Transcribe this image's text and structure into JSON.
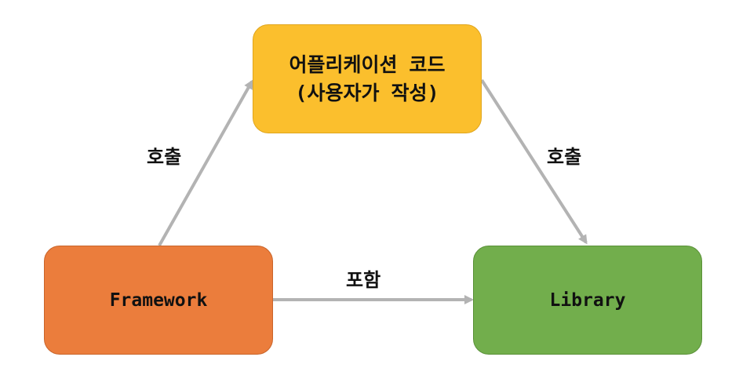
{
  "nodes": {
    "application_code": {
      "line1": "어플리케이션 코드",
      "line2": "(사용자가 작성)",
      "color": "#fbbf2d"
    },
    "framework": {
      "label": "Framework",
      "color": "#eb7d3c"
    },
    "library": {
      "label": "Library",
      "color": "#72ae4c"
    }
  },
  "edges": {
    "framework_to_app": "호출",
    "app_to_library": "호출",
    "framework_to_library": "포함"
  },
  "arrow_color": "#b3b3b3"
}
